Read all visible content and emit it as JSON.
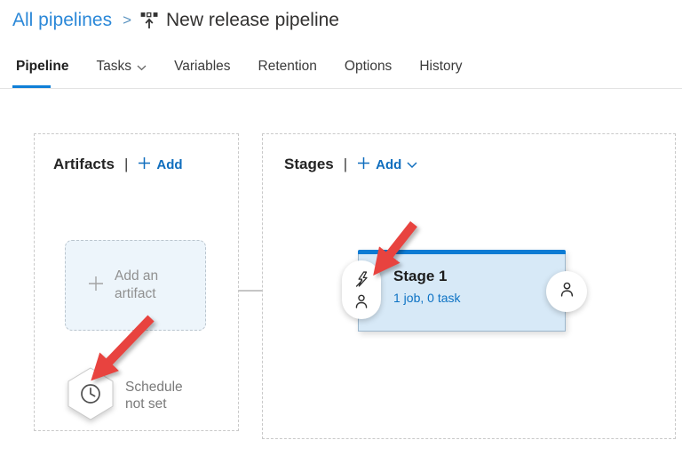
{
  "breadcrumb": {
    "parent": "All pipelines",
    "separator": ">",
    "title": "New release pipeline"
  },
  "tabs": {
    "pipeline": "Pipeline",
    "tasks": "Tasks",
    "variables": "Variables",
    "retention": "Retention",
    "options": "Options",
    "history": "History"
  },
  "artifacts": {
    "title": "Artifacts",
    "divider": "|",
    "add_button": "Add",
    "add_artifact_placeholder": "Add an artifact",
    "schedule_status": "Schedule not set"
  },
  "stages": {
    "title": "Stages",
    "divider": "|",
    "add_button": "Add",
    "stage_card": {
      "name": "Stage 1",
      "summary": "1 job, 0 task"
    }
  },
  "icons": {
    "breadcrumb_icon": "release-pipeline-icon",
    "tasks_chevron": "chevron-down-icon",
    "artifacts_add_plus": "plus-icon",
    "stages_add_plus": "plus-icon",
    "stages_add_chevron": "chevron-down-icon",
    "add_artifact_plus": "plus-icon",
    "schedule_badge": "clock-icon",
    "stage_pre_deployment": "lightning-trigger-icon",
    "stage_pre_approval": "person-icon",
    "stage_post_approval": "person-icon"
  },
  "colors": {
    "accent_blue": "#0078d4",
    "link_blue": "#106ebe",
    "breadcrumb_blue": "#2b88d8",
    "stage_card_bg": "#d7e9f7",
    "stage_top_bar": "#0b7bd4",
    "annotation_red": "#e8433f"
  }
}
